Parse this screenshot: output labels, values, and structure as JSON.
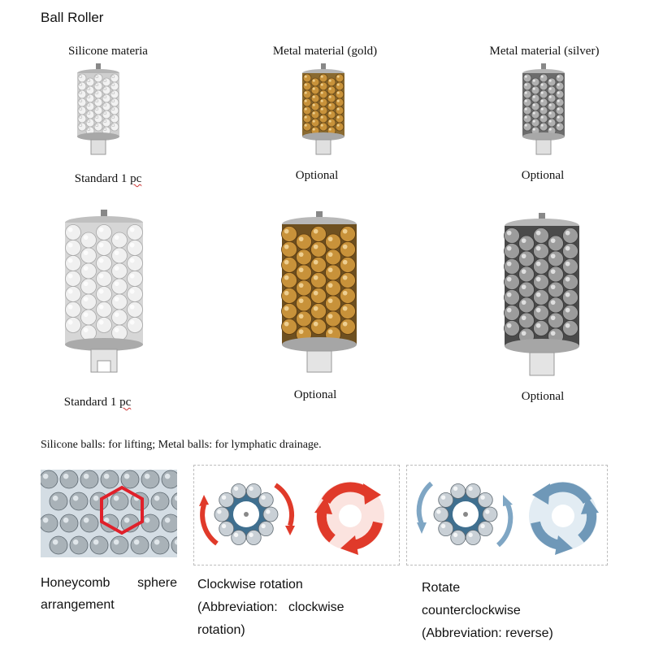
{
  "title": "Ball Roller",
  "columns": [
    {
      "label": "Silicone materia",
      "small_caption": "Standard 1 pc",
      "large_caption": "Standard 1 pc",
      "kind": "silicone"
    },
    {
      "label": "Metal material (gold)",
      "small_caption": "Optional",
      "large_caption": "Optional",
      "kind": "gold"
    },
    {
      "label": "Metal material (silver)",
      "small_caption": "Optional",
      "large_caption": "Optional",
      "kind": "silver"
    }
  ],
  "caption_prefix": "Standard 1 ",
  "caption_suffix": "pc",
  "note": "Silicone balls: for lifting; Metal balls: for lymphatic drainage.",
  "panels": [
    {
      "name": "honeycomb",
      "line1": "Honeycomb sphere",
      "line2": "arrangement",
      "line3": ""
    },
    {
      "name": "clockwise",
      "line1": "Clockwise rotation",
      "line2": "(Abbreviation:   clockwise",
      "line3": "rotation)"
    },
    {
      "name": "counterclockwise",
      "line1": "Rotate",
      "line2": "counterclockwise",
      "line3": "(Abbreviation: reverse)"
    }
  ],
  "colors": {
    "gold": "#c8923a",
    "silver": "#9a9a9a",
    "silicone": "#dcdcdc",
    "arrow_red": "#e03a2a",
    "arrow_blue": "#6f98b8",
    "hex_red": "#e0202a"
  }
}
